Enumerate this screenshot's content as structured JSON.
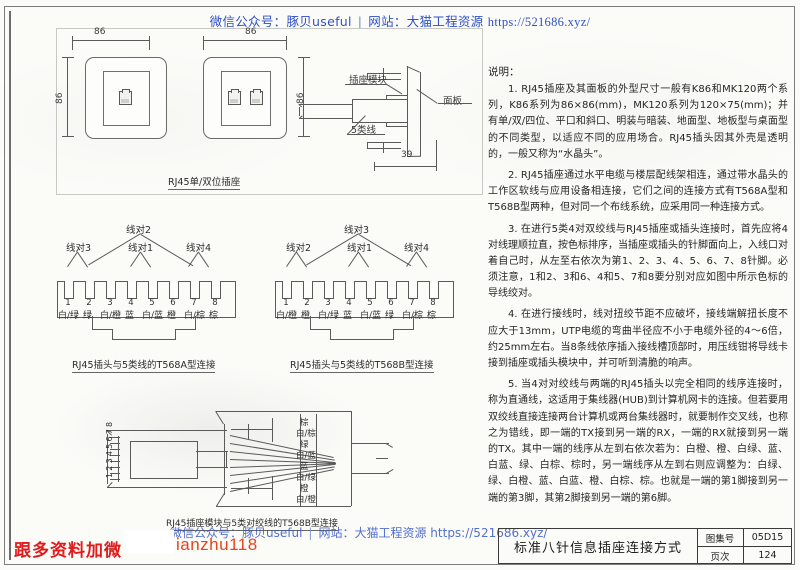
{
  "watermarks": {
    "top": {
      "wechat": "微信公众号：豚贝useful",
      "site_label": "网站：大猫工程资源",
      "url": "https://521686.xyz/"
    },
    "bottom": {
      "wechat": "微信公众号：豚贝useful",
      "site_label": "网站：大猫工程资源",
      "url": "https://521686.xyz/"
    },
    "red_left": "跟多资料加微",
    "red_handle": "ianzhu118"
  },
  "faceplates": {
    "single": {
      "width_mm": "86",
      "height_mm": "86"
    },
    "dual": {
      "width_mm": "86",
      "height_mm": "86"
    },
    "caption": "RJ45单/双位插座",
    "side_view": {
      "module_label": "插座模块",
      "cable_label": "5类线",
      "panel_label": "面板",
      "depth_mm": "39"
    }
  },
  "t568a": {
    "caption": "RJ45插头与5类线的T568A型连接",
    "pair_labels": [
      "线对3",
      "线对2",
      "线对1",
      "线对4"
    ],
    "pins": [
      "1",
      "2",
      "3",
      "4",
      "5",
      "6",
      "7",
      "8"
    ],
    "colors": [
      "白/绿",
      "绿",
      "白/橙",
      "蓝",
      "白/蓝",
      "橙",
      "白/棕",
      "棕"
    ]
  },
  "t568b": {
    "caption": "RJ45插头与5类线的T568B型连接",
    "pair_labels": [
      "线对2",
      "线对3",
      "线对1",
      "线对4"
    ],
    "pins": [
      "1",
      "2",
      "3",
      "4",
      "5",
      "6",
      "7",
      "8"
    ],
    "colors": [
      "白/橙",
      "橙",
      "白/绿",
      "蓝",
      "白/蓝",
      "绿",
      "白/棕",
      "棕"
    ]
  },
  "plug_detail": {
    "caption": "RJ45插座模块与5类对绞线的T568B型连接",
    "pin_strip": "12345678",
    "wire_colors": [
      "棕",
      "白/棕",
      "绿",
      "白/蓝",
      "蓝",
      "白/绿",
      "橙",
      "白/橙"
    ]
  },
  "notes": {
    "title": "说明：",
    "items": [
      "1. RJ45插座及其面板的外型尺寸一般有K86和MK120两个系列，K86系列为86×86(mm)，MK120系列为120×75(mm)；并有单/双/四位、平口和斜口、明装与暗装、地面型、地板型与桌面型的不同类型，以适应不同的应用场合。RJ45插头因其外壳是透明的，一般又称为“水晶头”。",
      "2. RJ45插座通过水平电缆与楼层配线架相连，通过带水晶头的工作区软线与应用设备相连接，它们之间的连接方式有T568A型和T568B型两种，但对同一个布线系统，应采用同一种连接方式。",
      "3. 在进行5类4对双绞线与RJ45插座或插头连接时，首先应将4对线理顺拉直，按色标排序，当插座或插头的针脚面向上，入线口对着自己时，从左至右依次为第1、2、3、4、5、6、7、8针脚。必须注意，1和2、3和6、4和5、7和8要分别对应如图中所示色标的导线绞对。",
      "4. 在进行接线时，线对扭绞节距不应破坏，接线端解扭长度不应大于13mm，UTP电缆的弯曲半径应不小于电缆外径的4～6倍，约25mm左右。当8条线依序插入接线槽顶部时，用压线钳将导线卡接到插座或插头模块中，并可听到清脆的响声。",
      "5. 当4对对绞线与两端的RJ45插头以完全相同的线序连接时，称为直通线，这适用于集线器(HUB)到计算机网卡的连接。但若要用双绞线直接连接两台计算机或两台集线器时，就要制作交叉线，也称之为错线，即一端的TX接到另一端的RX，一端的RX就接到另一端的TX。其中一端的线序从左到右依次若为：白橙、橙、白绿、蓝、白蓝、绿、白棕、棕时，另一端线序从左到右则应调整为：白绿、绿、白橙、蓝、白蓝、橙、白棕、棕。也就是一端的第1脚接到另一端的第3脚，其第2脚接到另一端的第6脚。"
    ]
  },
  "title_block": {
    "drawing_name": "标准八针信息插座连接方式",
    "atlas_no_label": "图集号",
    "atlas_no_value": "05D15",
    "page_label": "页次",
    "page_value": "124"
  }
}
